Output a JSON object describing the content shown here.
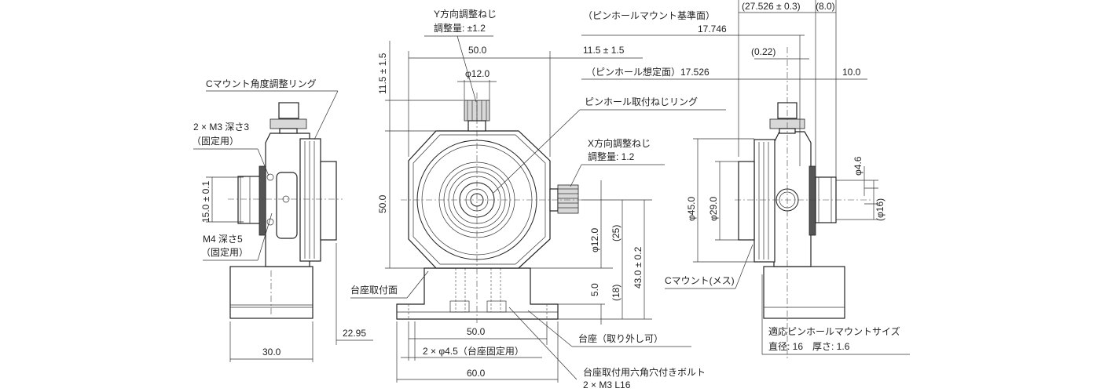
{
  "labels": {
    "y_adjust_screw": "Y方向調整ねじ",
    "y_adjust_amount": "調整量: ±1.2",
    "pinhole_mount_ref": "（ピンホールマウント基準面）",
    "dim_27_526": "(27.526 ± 0.3)",
    "dim_8_0": "(8.0)",
    "dim_17_746": "17.746",
    "dim_0_22": "(0.22)",
    "pinhole_assumed_plane": "（ピンホール想定面）17.526",
    "dim_10_0": "10.0",
    "dim_11_5_left": "11.5 ± 1.5",
    "dim_50_top": "50.0",
    "dim_11_5_right": "11.5 ± 1.5",
    "dia_12_top": "φ12.0",
    "pinhole_ring": "ピンホール取付ねじリング",
    "c_mount_ring": "Cマウント角度調整リング",
    "m3_depth": "2 × M3 深さ3",
    "fixing1": "（固定用）",
    "x_adjust_screw": "X方向調整ねじ",
    "x_adjust_amount": "調整量: 1.2",
    "dim_15": "15.0 ± 0.1",
    "dim_50_left": "50.0",
    "m4_depth": "M4 深さ5",
    "fixing2": "（固定用）",
    "dia_12_side": "φ12.0",
    "dim_25": "(25)",
    "dim_43": "43.0 ± 0.2",
    "dim_5": "5.0",
    "dim_18": "(18)",
    "base_mount_face": "台座取付面",
    "dim_22_95": "22.95",
    "dim_30": "30.0",
    "dim_50_bottom": "50.0",
    "base_hole": "2 × φ4.5（台座固定用）",
    "base_removable": "台座（取り外し可）",
    "dim_60": "60.0",
    "bolt_desc": "台座取付用六角穴付きボルト",
    "bolt_size": "2 × M3 L16",
    "dia_45": "φ45.0",
    "dia_29": "φ29.0",
    "dia_4_6": "φ4.6",
    "dia_16": "(φ16)",
    "c_mount_female": "Cマウント(メス)",
    "pinhole_size_title": "適応ピンホールマウントサイズ",
    "pinhole_size_value": "直径: 16　厚さ: 1.6"
  }
}
